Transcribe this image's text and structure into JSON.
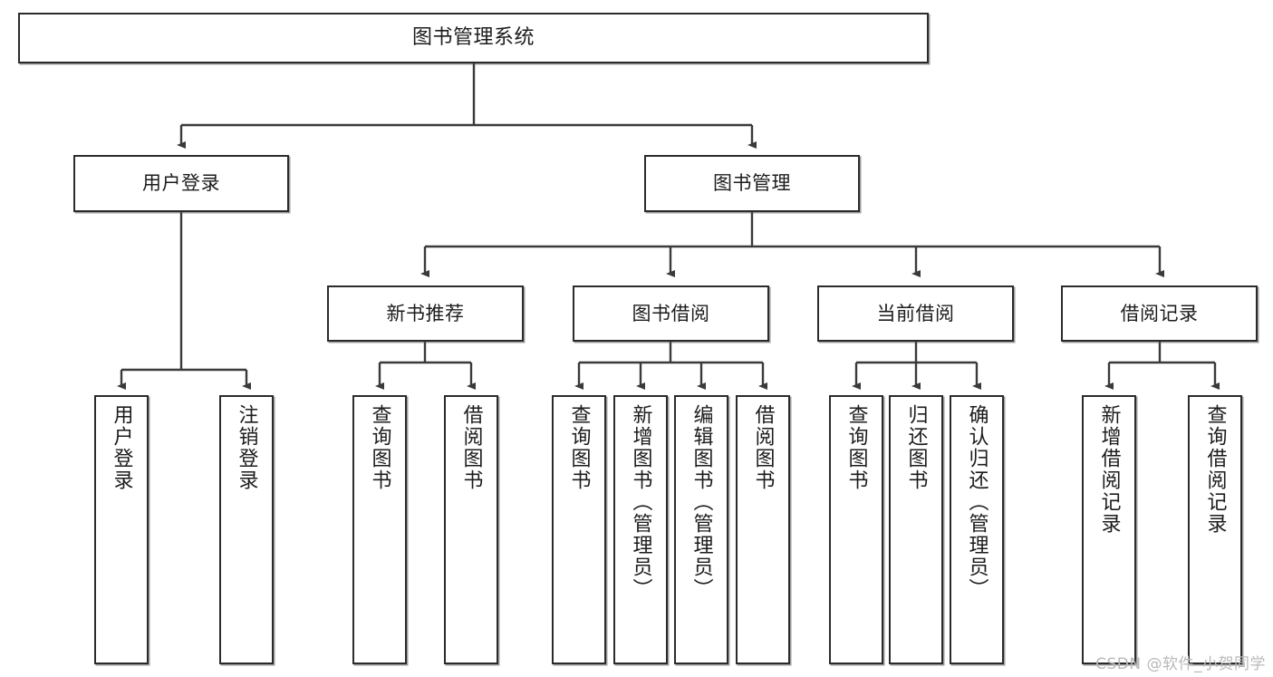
{
  "diagram": {
    "title": "图书管理系统",
    "watermark": "CSDN @软件_小贺同学",
    "colors": {
      "border": "#2b2b2b",
      "background": "#ffffff",
      "text": "#1c1c1c",
      "edge": "#3a3a3a",
      "watermark": "#b9b9b9"
    },
    "levels": {
      "root": {
        "label": "图书管理系统"
      },
      "level1": [
        {
          "id": "user-login",
          "label": "用户登录"
        },
        {
          "id": "book-management",
          "label": "图书管理"
        }
      ],
      "level2": [
        {
          "id": "new-book-recommend",
          "label": "新书推荐"
        },
        {
          "id": "book-borrow",
          "label": "图书借阅"
        },
        {
          "id": "current-borrow",
          "label": "当前借阅"
        },
        {
          "id": "borrow-record",
          "label": "借阅记录"
        }
      ],
      "leaves": {
        "user-login": [
          {
            "id": "leaf-user-login",
            "label": "用户登录"
          },
          {
            "id": "leaf-user-logout",
            "label": "注销登录"
          }
        ],
        "new-book-recommend": [
          {
            "id": "leaf-query-book-1",
            "label": "查询图书"
          },
          {
            "id": "leaf-borrow-book-1",
            "label": "借阅图书"
          }
        ],
        "book-borrow": [
          {
            "id": "leaf-query-book-2",
            "label": "查询图书"
          },
          {
            "id": "leaf-add-book",
            "label": "新增图书（管理员）"
          },
          {
            "id": "leaf-edit-book",
            "label": "编辑图书（管理员）"
          },
          {
            "id": "leaf-borrow-book-2",
            "label": "借阅图书"
          }
        ],
        "current-borrow": [
          {
            "id": "leaf-query-book-3",
            "label": "查询图书"
          },
          {
            "id": "leaf-return-book",
            "label": "归还图书"
          },
          {
            "id": "leaf-confirm-return",
            "label": "确认归还（管理员）"
          }
        ],
        "borrow-record": [
          {
            "id": "leaf-add-record",
            "label": "新增借阅记录"
          },
          {
            "id": "leaf-query-record",
            "label": "查询借阅记录"
          }
        ]
      }
    }
  }
}
